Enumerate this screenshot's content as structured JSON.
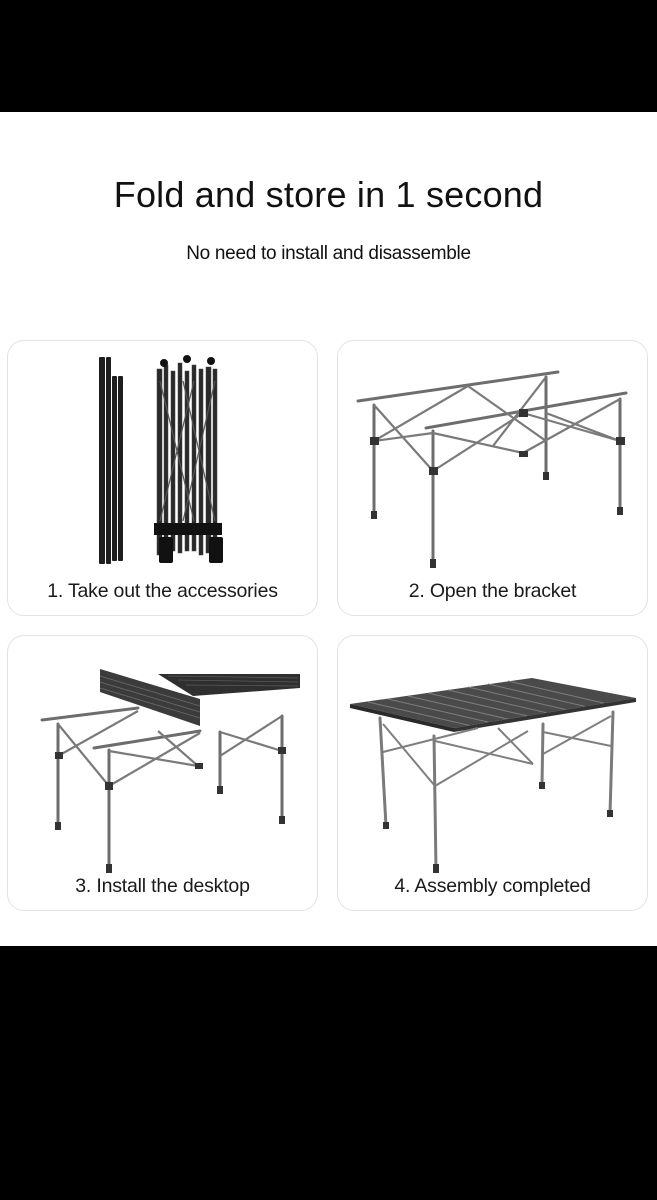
{
  "header": {
    "title": "Fold and store in 1 second",
    "subtitle": "No need to install and disassemble"
  },
  "steps": [
    {
      "label": "1. Take out the accessories",
      "image": "folded-table-frame-and-tabletop-rolls"
    },
    {
      "label": "2. Open the bracket",
      "image": "open-table-bracket-frame"
    },
    {
      "label": "3. Install the desktop",
      "image": "table-with-partially-rolled-desktop"
    },
    {
      "label": "4. Assembly completed",
      "image": "assembled-folding-table"
    }
  ],
  "colors": {
    "background_bars": "#000000",
    "content_background": "#ffffff",
    "panel_border": "#e2e2e2",
    "text": "#111111",
    "frame_metal": "#7a7a7a",
    "tabletop_dark": "#3a3a3a"
  }
}
